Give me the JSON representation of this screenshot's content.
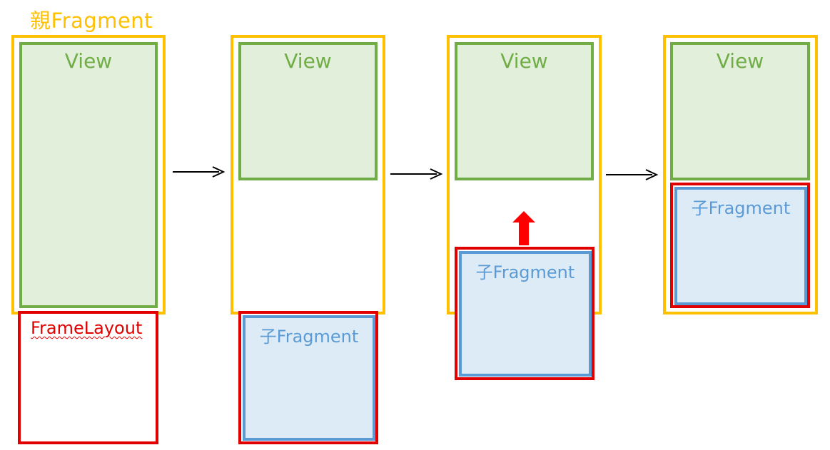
{
  "title": "親Fragment",
  "labels": {
    "view": "View",
    "frame_layout": "FrameLayout",
    "child_fragment": "子Fragment"
  },
  "colors": {
    "parent_border": "#FFC000",
    "view_border": "#70AD47",
    "view_fill": "#E2EFDA",
    "frame_border": "#E00000",
    "child_border": "#5B9BD5",
    "child_fill": "#DDEBF7",
    "view_text": "#70AD47",
    "child_text": "#5B9BD5",
    "frame_text": "#E00000",
    "title_text": "#FFC000",
    "up_arrow": "#FF0000",
    "step_arrow": "#000000"
  }
}
